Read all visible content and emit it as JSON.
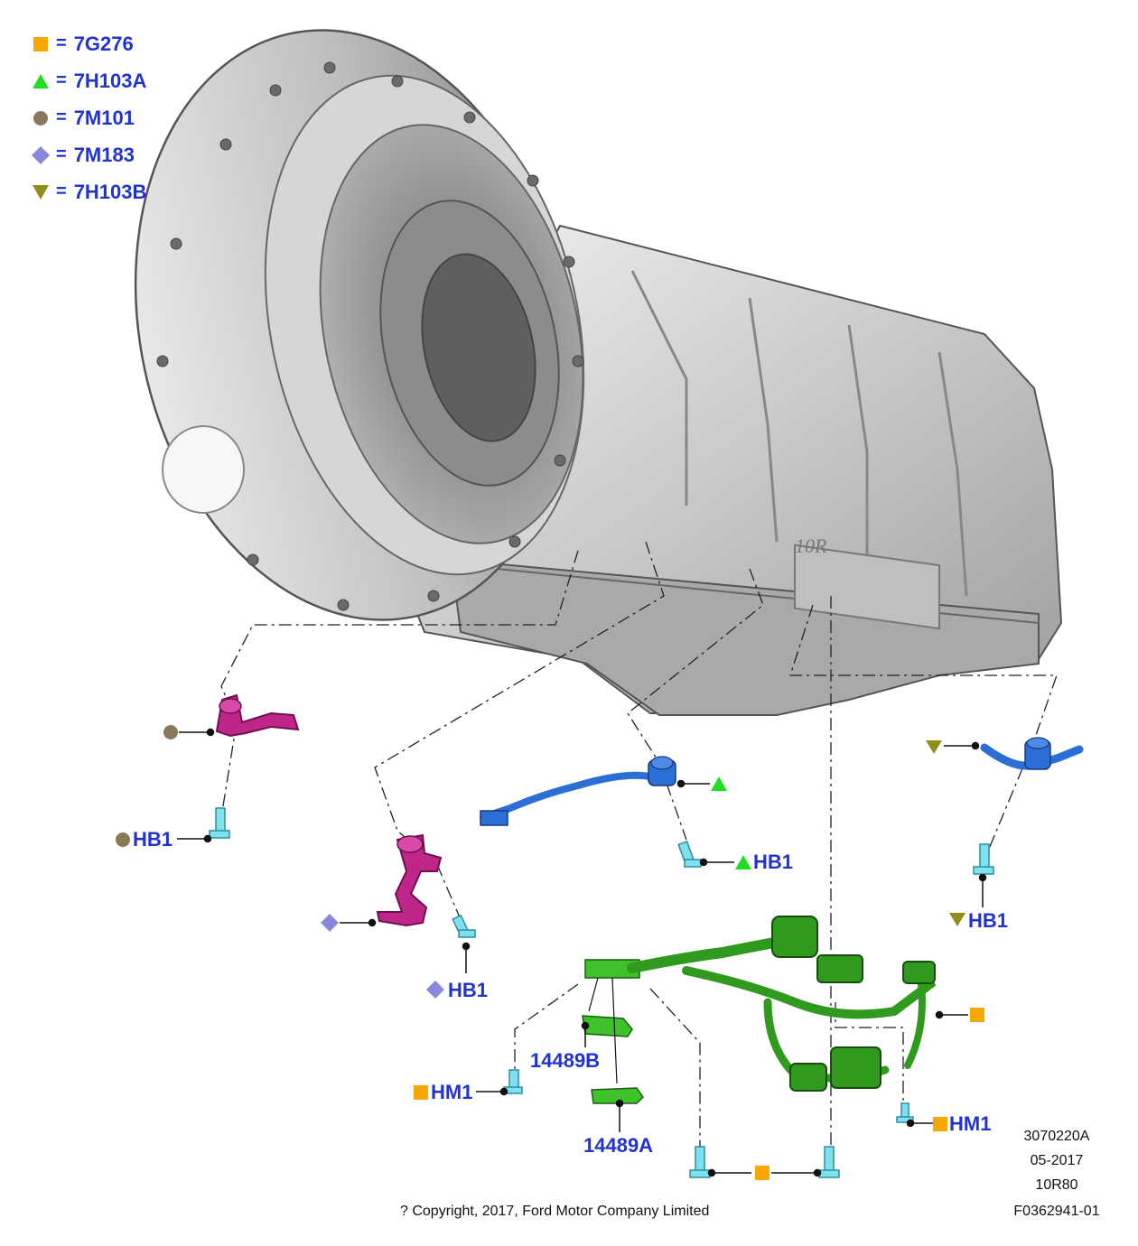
{
  "legend": [
    {
      "symbol": "square",
      "color": "#f7a800",
      "eq": "=",
      "code": "7G276"
    },
    {
      "symbol": "triangle",
      "color": "#22dd22",
      "eq": "=",
      "code": "7H103A"
    },
    {
      "symbol": "circle",
      "color": "#8a7a5c",
      "eq": "=",
      "code": "7M101"
    },
    {
      "symbol": "diamond",
      "color": "#8888dd",
      "eq": "=",
      "code": "7M183"
    },
    {
      "symbol": "triangle-down",
      "color": "#8f8f1a",
      "eq": "=",
      "code": "7H103B"
    }
  ],
  "callouts": {
    "hb1_circle": "HB1",
    "hb1_triangle": "HB1",
    "hb1_diamond": "HB1",
    "hb1_down": "HB1",
    "hm1_left": "HM1",
    "hm1_right": "HM1",
    "part_14489b": "14489B",
    "part_14489a": "14489A"
  },
  "casting_mark": "10R",
  "info": {
    "ref": "3070220A",
    "date": "05-2017",
    "model": "10R80",
    "figure": "F0362941-01"
  },
  "copyright": "? Copyright, 2017, Ford Motor Company Limited",
  "colors": {
    "label_blue": "#2233cc",
    "square_orange": "#f7a800",
    "triangle_green": "#22dd22",
    "circle_brown": "#8a7a5c",
    "diamond_purple": "#8888dd",
    "down_olive": "#8f8f1a",
    "bolt_cyan": "#7fe0ee",
    "harness_magenta": "#c0258a",
    "harness_blue": "#2b6fd6",
    "harness_green": "#2f9a1e"
  }
}
